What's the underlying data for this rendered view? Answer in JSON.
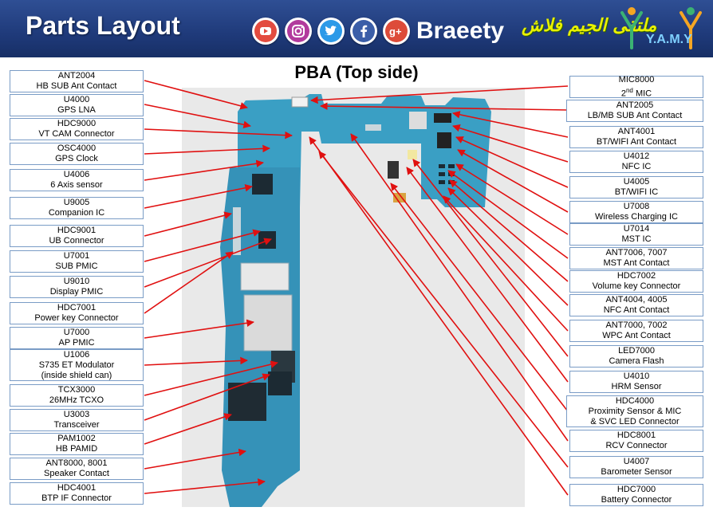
{
  "header": {
    "title": "Parts Layout",
    "brand": "Braeety",
    "arabic_logo": "ملتقى الجيم فلاش",
    "yamy_text": "Y.A.M.Y",
    "social_icons": [
      "youtube-icon",
      "instagram-icon",
      "twitter-icon",
      "facebook-icon",
      "google-plus-icon"
    ],
    "colors": {
      "bar": "#1f3a7a",
      "title": "#ffffff",
      "arabic": "#e8f000",
      "arrow": "#e01010",
      "box_border": "#7a9cc6",
      "board": "#4aa3c8"
    }
  },
  "subtitle": "PBA (Top side)",
  "left_labels": [
    {
      "code": "ANT2004",
      "desc": "HB SUB Ant Contact"
    },
    {
      "code": "U4000",
      "desc": "GPS LNA"
    },
    {
      "code": "HDC9000",
      "desc": "VT CAM Connector"
    },
    {
      "code": "OSC4000",
      "desc": "GPS Clock"
    },
    {
      "code": "U4006",
      "desc": "6 Axis sensor"
    },
    {
      "code": "U9005",
      "desc": "Companion IC"
    },
    {
      "code": "HDC9001",
      "desc": "UB Connector"
    },
    {
      "code": "U7001",
      "desc": "SUB PMIC"
    },
    {
      "code": "U9010",
      "desc": "Display PMIC"
    },
    {
      "code": "HDC7001",
      "desc": "Power key Connector"
    },
    {
      "code": "U7000",
      "desc": "AP PMIC"
    },
    {
      "code": "U1006",
      "desc": "S735 ET Modulator",
      "desc2": "(inside shield can)"
    },
    {
      "code": "TCX3000",
      "desc": "26MHz TCXO"
    },
    {
      "code": "U3003",
      "desc": "Transceiver"
    },
    {
      "code": "PAM1002",
      "desc": "HB PAMID"
    },
    {
      "code": "ANT8000, 8001",
      "desc": "Speaker Contact"
    },
    {
      "code": "HDC4001",
      "desc": "BTP IF Connector"
    }
  ],
  "right_labels": [
    {
      "code": "MIC8000",
      "desc": "2nd MIC"
    },
    {
      "code": "ANT2005",
      "desc": "LB/MB SUB Ant Contact"
    },
    {
      "code": "ANT4001",
      "desc": "BT/WIFI Ant Contact"
    },
    {
      "code": "U4012",
      "desc": "NFC IC"
    },
    {
      "code": "U4005",
      "desc": "BT/WIFI IC"
    },
    {
      "code": "U7008",
      "desc": "Wireless Charging IC"
    },
    {
      "code": "U7014",
      "desc": "MST IC"
    },
    {
      "code": "ANT7006, 7007",
      "desc": "MST Ant Contact"
    },
    {
      "code": "HDC7002",
      "desc": "Volume key Connector"
    },
    {
      "code": "ANT4004, 4005",
      "desc": "NFC Ant Contact"
    },
    {
      "code": "ANT7000, 7002",
      "desc": "WPC Ant Contact"
    },
    {
      "code": "LED7000",
      "desc": "Camera Flash"
    },
    {
      "code": "U4010",
      "desc": "HRM Sensor"
    },
    {
      "code": "HDC4000",
      "desc": "Proximity Sensor & MIC",
      "desc2": "& SVC LED Connector"
    },
    {
      "code": "HDC8001",
      "desc": "RCV Connector"
    },
    {
      "code": "U4007",
      "desc": "Barometer Sensor"
    },
    {
      "code": "HDC7000",
      "desc": "Battery Connector"
    }
  ]
}
